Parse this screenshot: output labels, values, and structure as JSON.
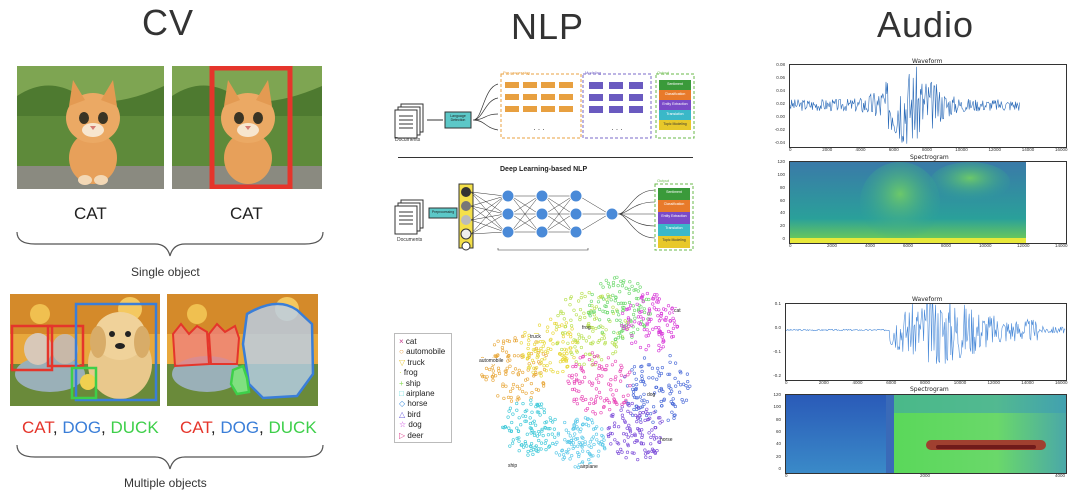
{
  "headings": {
    "cv": "CV",
    "nlp": "NLP",
    "audio": "Audio"
  },
  "cv": {
    "single": {
      "label_left": "CAT",
      "label_right": "CAT",
      "caption": "Single object"
    },
    "multiple": {
      "left": {
        "cat": "CAT",
        "sep1": ", ",
        "dog": "DOG",
        "sep2": ", ",
        "duck": "DUCK"
      },
      "right": {
        "cat": "CAT",
        "sep1": ", ",
        "dog": "DOG",
        "sep2": ", ",
        "duck": "DUCK"
      },
      "caption": "Multiple objects"
    }
  },
  "nlp": {
    "top_diagram": {
      "documents_label": "Documents",
      "detector": "Language Detection",
      "preprocessing": "Pre-processing",
      "modeling": "Modeling",
      "output": "Output",
      "outputs": [
        "Sentiment",
        "Classification",
        "Entity Extraction",
        "Translation",
        "Topic Modeling"
      ]
    },
    "divider_title": "Deep Learning-based NLP",
    "bottom_diagram": {
      "documents_label": "Documents",
      "preprocessing": "Preprocessing",
      "output": "Output",
      "outputs": [
        "Sentiment",
        "Classification",
        "Entity Extraction",
        "Translation",
        "Topic Modeling"
      ]
    },
    "tsne": {
      "legend": [
        "cat",
        "automobile",
        "truck",
        "frog",
        "ship",
        "airplane",
        "horse",
        "bird",
        "dog",
        "deer"
      ],
      "legend_colors": [
        "#c43c8c",
        "#e89a3c",
        "#e8c83c",
        "#c8dc3c",
        "#8cdc5c",
        "#5cdcdc",
        "#3c8cdc",
        "#6c5cdc",
        "#c83cdc",
        "#dc3c8c"
      ],
      "cluster_labels": [
        "truck",
        "automobile",
        "frog",
        "cat",
        "bird",
        "deer",
        "horse",
        "dog",
        "ship",
        "airplane",
        "airplane"
      ]
    }
  },
  "audio": {
    "plot1": {
      "title": "Waveform",
      "yticks": [
        "0.08",
        "0.06",
        "0.04",
        "0.02",
        "0.00",
        "-0.02",
        "-0.04"
      ],
      "xticks": [
        "0",
        "2000",
        "4000",
        "6000",
        "8000",
        "10000",
        "12000",
        "14000",
        "16000"
      ]
    },
    "plot2": {
      "title": "Spectrogram",
      "yticks": [
        "120",
        "100",
        "80",
        "60",
        "40",
        "20",
        "0"
      ],
      "xticks": [
        "0",
        "2000",
        "4000",
        "6000",
        "8000",
        "10000",
        "12000",
        "14000"
      ]
    },
    "plot3": {
      "title": "Waveform",
      "yticks": [
        "0.1",
        "0.0",
        "-0.1",
        "-0.2"
      ],
      "xticks": [
        "0",
        "2000",
        "4000",
        "6000",
        "8000",
        "10000",
        "12000",
        "14000",
        "16000"
      ]
    },
    "plot4": {
      "title": "Spectrogram",
      "yticks": [
        "120",
        "100",
        "80",
        "60",
        "40",
        "20",
        "0"
      ],
      "xticks": [
        "0",
        "2000",
        "4000"
      ]
    }
  }
}
